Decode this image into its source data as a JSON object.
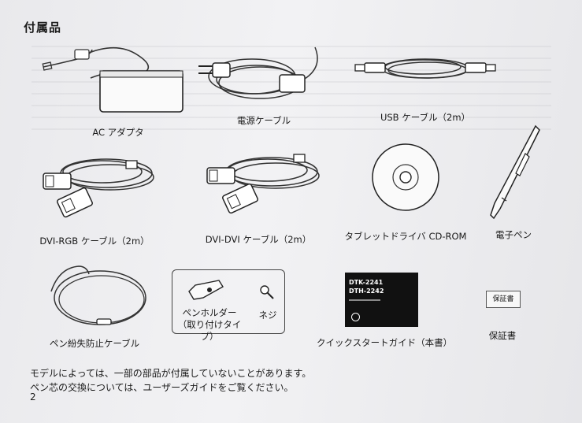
{
  "header": {
    "title": "付属品"
  },
  "items": [
    {
      "id": "ac-adapter",
      "label": "AC アダプタ"
    },
    {
      "id": "power-cable",
      "label": "電源ケーブル"
    },
    {
      "id": "usb-cable",
      "label": "USB ケーブル（2m）"
    },
    {
      "id": "dvi-rgb-cable",
      "label": "DVI-RGB ケーブル（2m）"
    },
    {
      "id": "dvi-dvi-cable",
      "label": "DVI-DVI ケーブル（2m）"
    },
    {
      "id": "driver-cd",
      "label": "タブレットドライバ CD-ROM"
    },
    {
      "id": "electronic-pen",
      "label": "電子ペン"
    },
    {
      "id": "pen-tether",
      "label": "ペン紛失防止ケーブル"
    },
    {
      "id": "pen-holder",
      "label": "ペンホルダー（取り付けタイプ）"
    },
    {
      "id": "screw",
      "label": "ネジ"
    },
    {
      "id": "quick-start-guide",
      "label": "クイックスタートガイド（本書）"
    },
    {
      "id": "warranty",
      "label": "保証書"
    }
  ],
  "guide_cover": {
    "line1": "DTK-2241",
    "line2": "DTH-2242"
  },
  "warranty_card": {
    "text": "保証書"
  },
  "notes": [
    "モデルによっては、一部の部品が付属していないことがあります。",
    "ペン芯の交換については、ユーザーズガイドをご覧ください。"
  ],
  "page_number": "2",
  "colors": {
    "ink": "#1a1a1a",
    "paper": "#efeff1",
    "bleed_text": "#c3c3c8"
  }
}
